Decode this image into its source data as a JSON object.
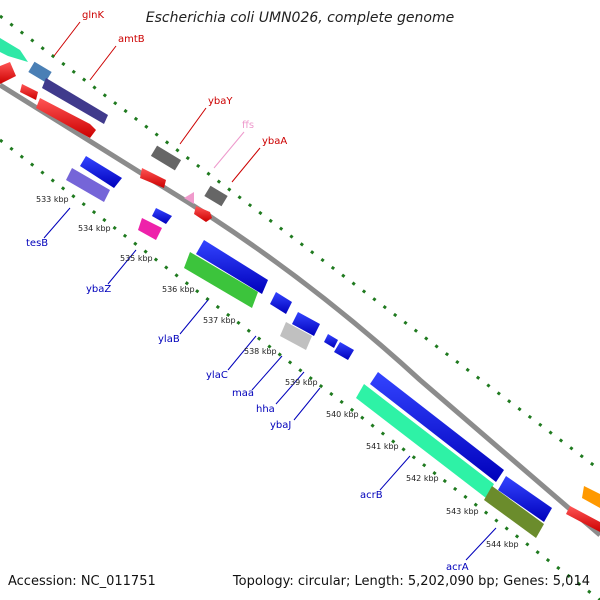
{
  "title": "Escherichia coli UMN026, complete genome",
  "accession": "Accession: NC_011751",
  "summary": "Topology: circular; Length: 5,202,090 bp; Genes: 5,014",
  "colors": {
    "backbone": "#8c8c8c",
    "tick": "#1f7a1f",
    "forward_label": "#cc0000",
    "reverse_label": "#0000bb",
    "ffs_label": "#ee99cc",
    "cds_forward": "#ff0000",
    "cds_reverse": "#0000ee"
  },
  "kbp_ticks": [
    "533 kbp",
    "534 kbp",
    "535 kbp",
    "536 kbp",
    "537 kbp",
    "538 kbp",
    "539 kbp",
    "540 kbp",
    "541 kbp",
    "542 kbp",
    "543 kbp",
    "544 kbp"
  ],
  "forward_gene_labels": [
    "glnK",
    "amtB",
    "ybaY",
    "ffs",
    "ybaA"
  ],
  "reverse_gene_labels": [
    "tesB",
    "ybaZ",
    "ylaB",
    "ylaC",
    "maa",
    "hha",
    "ybaJ",
    "acrB",
    "acrA"
  ]
}
